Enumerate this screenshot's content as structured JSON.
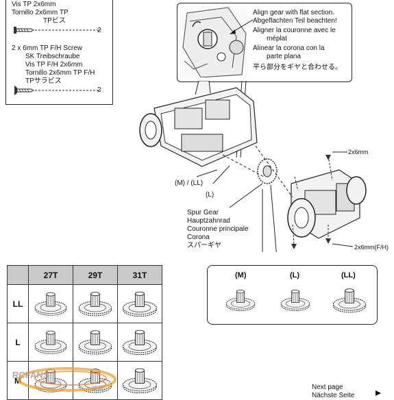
{
  "parts": {
    "screw1": {
      "lines": [
        "Vis TP 2x6mm",
        "Tornillo 2x6mm TP",
        "TPビス"
      ],
      "qty": "2"
    },
    "screw2": {
      "lines": [
        "2 x 6mm TP F/H Screw",
        "SK Treibschraube",
        "Vis TP F/H 2x6mm",
        "Tornillo 2x6mm TP F/H",
        "TPサラビス"
      ],
      "qty": "2"
    }
  },
  "callout": {
    "lines": [
      "Align gear with flat section.",
      "Abgeflachten Teil beachten!",
      "Aligner la couronne avec le",
      "méplat",
      "Alinear la corona con la",
      "parte plana",
      "平ら部分をギヤと合わせる。"
    ]
  },
  "labels": {
    "m_ll": "(M) / (LL)",
    "l": "(L)",
    "spur_gear": [
      "Spur Gear",
      "Hauptzahnrad",
      "Couronne principale",
      "Corona",
      "スパーギヤ"
    ],
    "screw_2x6": "2x6mm",
    "screw_2x6_fh": "2x6mm(F/H)"
  },
  "gear_variants": [
    "(M)",
    "(L)",
    "(LL)"
  ],
  "table": {
    "columns": [
      "27T",
      "29T",
      "31T"
    ],
    "rows": [
      "LL",
      "L",
      "M"
    ]
  },
  "footer": {
    "next_page": [
      "Next page",
      "Nächste Seite"
    ]
  }
}
